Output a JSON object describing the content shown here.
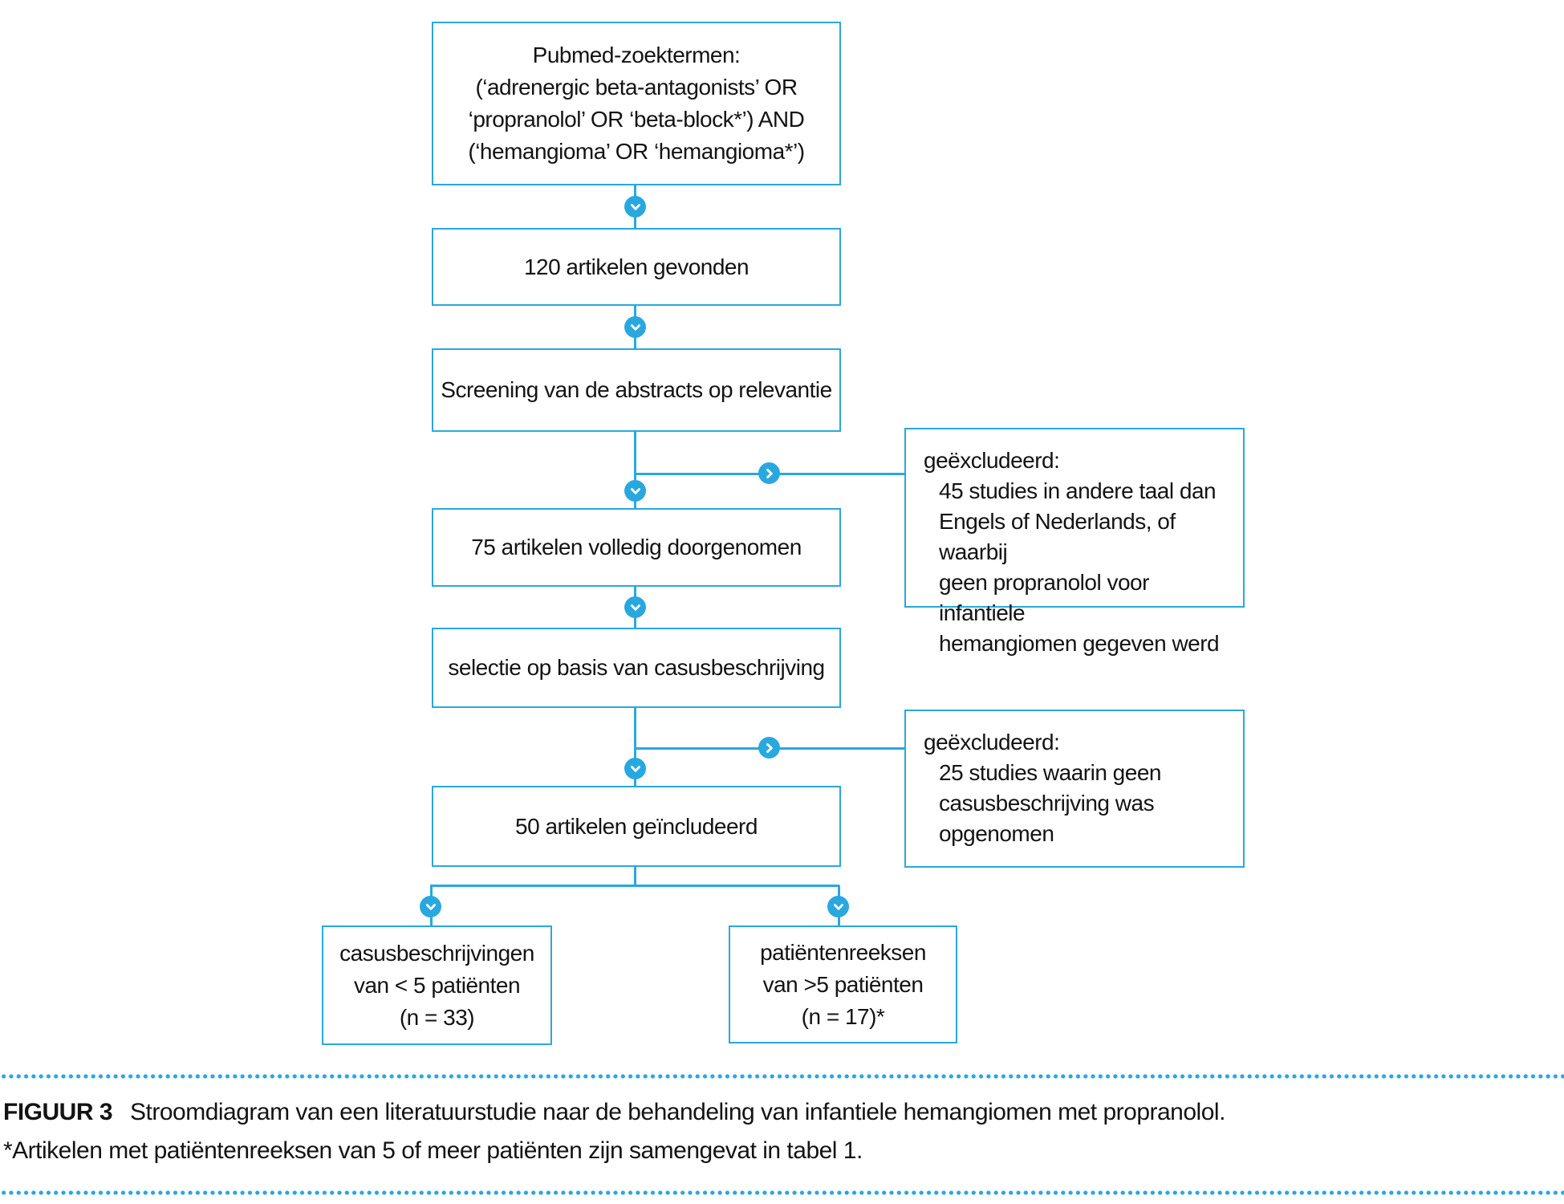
{
  "colors": {
    "accent": "#29a8e0",
    "text": "#131313"
  },
  "boxes": {
    "pubmed": {
      "lines": [
        "Pubmed-zoektermen:",
        "(‘adrenergic beta-antagonists’ OR",
        "‘propranolol’ OR ‘beta-block*’) AND",
        "(‘hemangioma’ OR ‘hemangioma*’)"
      ]
    },
    "found": {
      "label": "120 artikelen gevonden"
    },
    "screening": {
      "label": "Screening van de abstracts op relevantie"
    },
    "fulltext": {
      "label": "75 artikelen volledig doorgenomen"
    },
    "selection": {
      "label": "selectie op basis van casusbeschrijving"
    },
    "included": {
      "label": "50 artikelen geïncludeerd"
    },
    "excluded1": {
      "title": "geëxcludeerd:",
      "lines": [
        "45 studies in andere taal dan",
        "Engels of Nederlands, of waarbij",
        "geen propranolol voor infantiele",
        "hemangiomen gegeven werd"
      ]
    },
    "excluded2": {
      "title": "geëxcludeerd:",
      "lines": [
        "25 studies waarin geen",
        "casusbeschrijving was",
        "opgenomen"
      ]
    },
    "case_reports": {
      "lines": [
        "casusbeschrijvingen",
        "van < 5 patiënten",
        "(n = 33)"
      ]
    },
    "patient_series": {
      "lines": [
        "patiëntenreeksen",
        "van >5 patiënten",
        "(n = 17)*"
      ]
    }
  },
  "caption": {
    "figure_label": "FIGUUR 3",
    "figure_text": "Stroomdiagram van een literatuurstudie naar de behandeling van infantiele hemangiomen met propranolol.",
    "footnote": "*Artikelen met patiëntenreeksen van 5 of meer patiënten zijn samengevat in tabel 1."
  }
}
